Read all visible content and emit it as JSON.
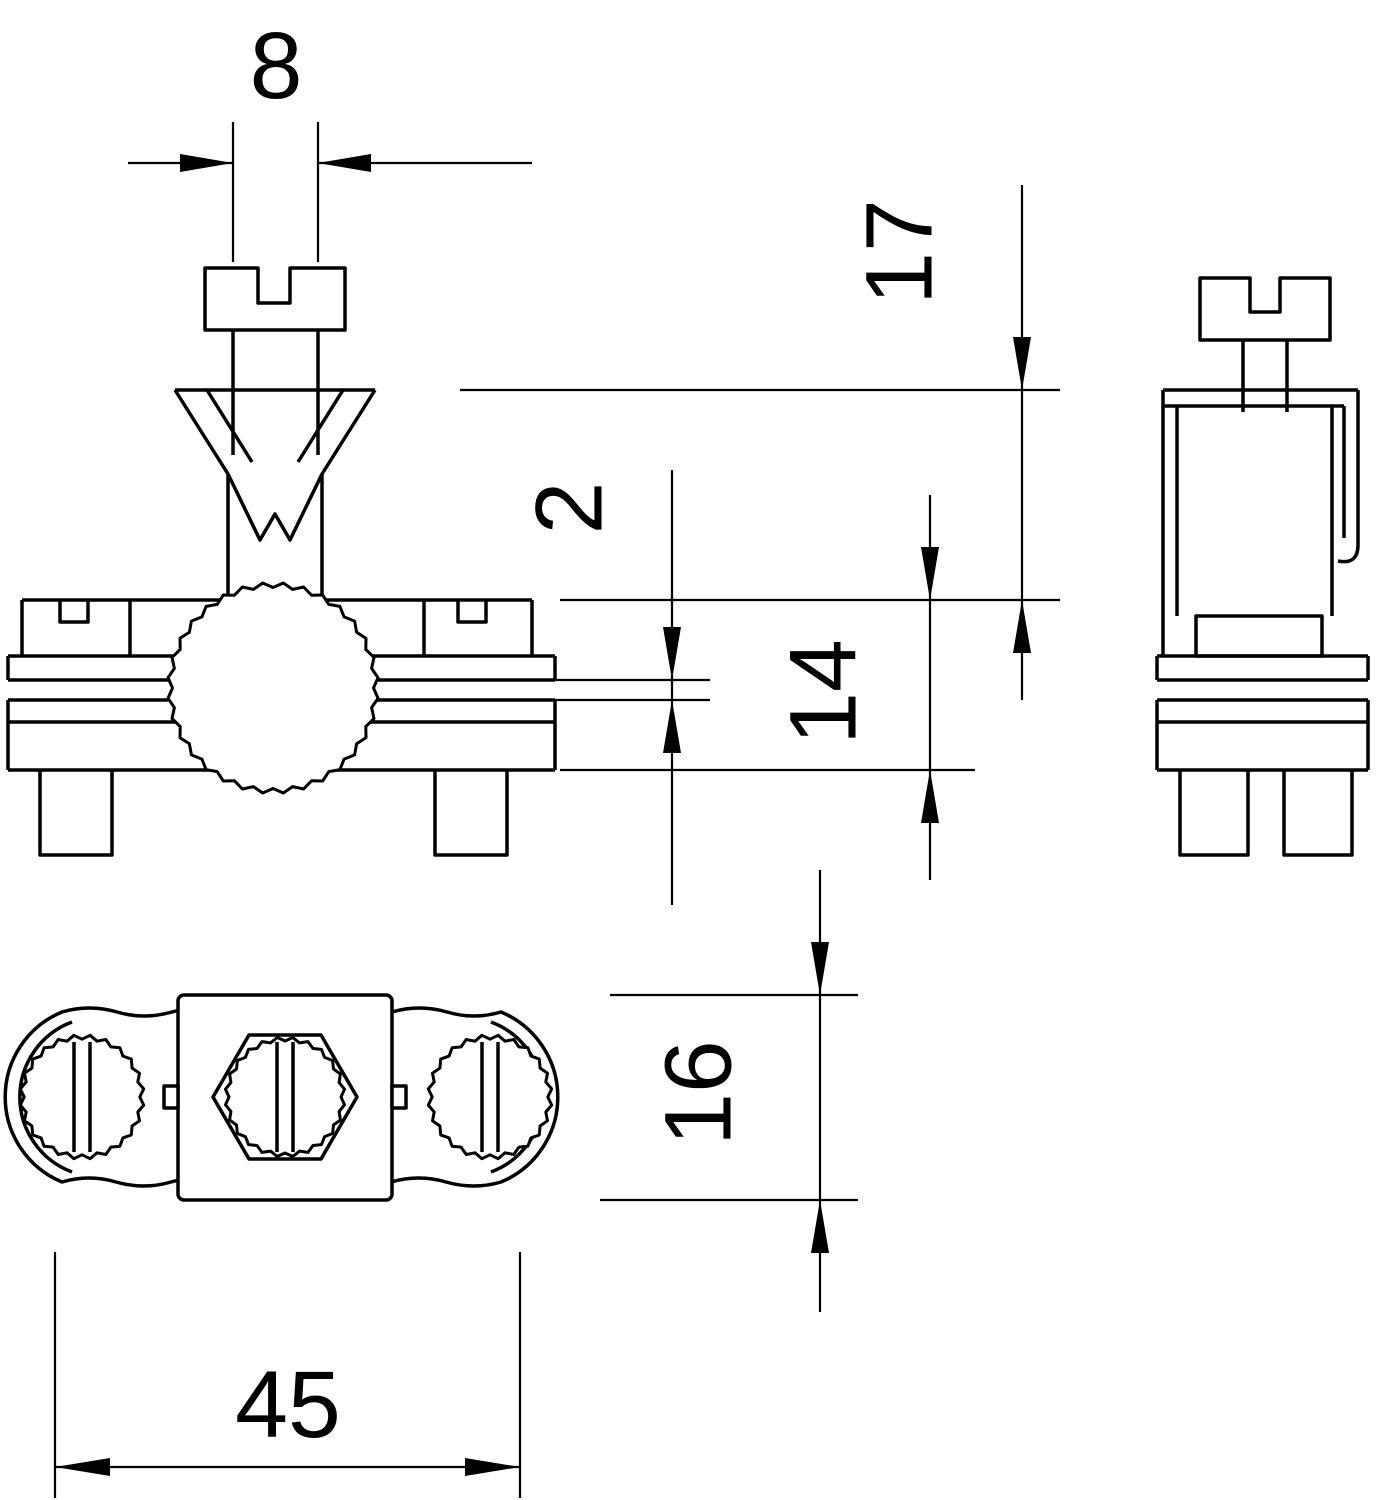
{
  "dimensions": {
    "d8": "8",
    "d17": "17",
    "d2": "2",
    "d14": "14",
    "d16": "16",
    "d45": "45"
  },
  "colors": {
    "line": "#000000",
    "background": "#ffffff"
  }
}
